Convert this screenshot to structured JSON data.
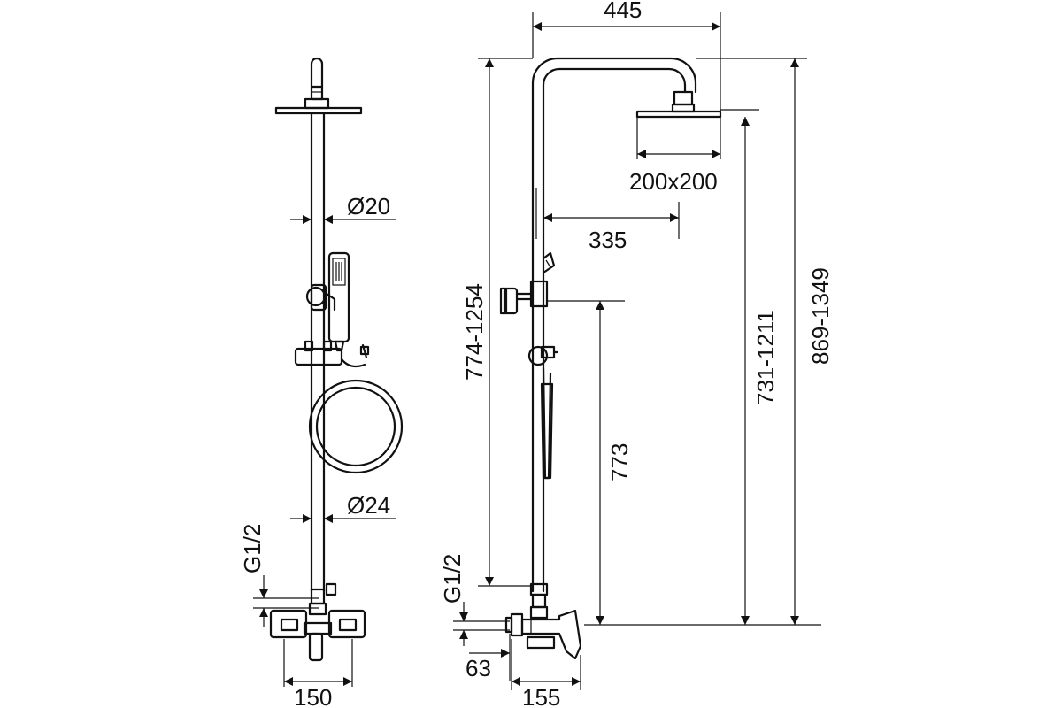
{
  "colors": {
    "line": "#111111",
    "background": "#ffffff"
  },
  "front_view": {
    "pipe_diameter_upper": "Ø20",
    "pipe_diameter_lower": "Ø24",
    "thread_size": "G1/2",
    "mixer_width": "150"
  },
  "side_view": {
    "arm_reach": "445",
    "head_size": "200x200",
    "arm_offset": "335",
    "height_range_riser": "774-1254",
    "height_slider": "773",
    "height_range_head": "731-1211",
    "height_range_total": "869-1349",
    "thread_size": "G1/2",
    "outlet_offset": "63",
    "mixer_depth": "155"
  }
}
